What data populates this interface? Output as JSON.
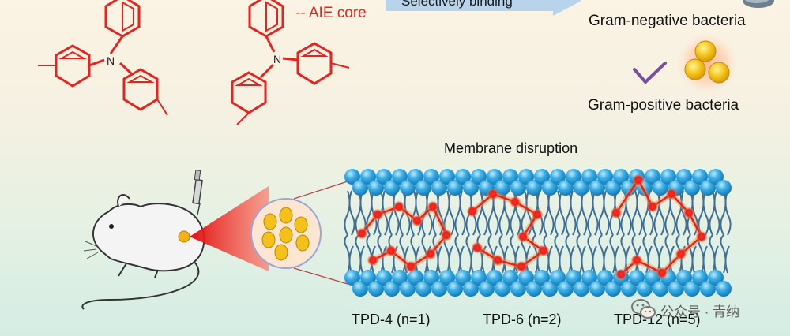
{
  "labels": {
    "aie_core": "-- AIE core",
    "selective_binding": "Selectively binding",
    "gram_negative": "Gram-negative bacteria",
    "gram_positive": "Gram-positive bacteria",
    "membrane_disruption": "Membrane disruption",
    "tpd4": "TPD-4 (n=1)",
    "tpd6": "TPD-6 (n=2)",
    "tpd12": "TPD-12 (n=5)",
    "watermark": "公众号 · 青纳"
  },
  "colors": {
    "molecule": "#e8231e",
    "arrow": "#b8d4ec",
    "lipid_head": "#2ea6df",
    "lipid_tail": "#3d6f9a",
    "aie_red": "#e5231b",
    "bacteria": "#f3c11a",
    "check": "#7b4fa0"
  },
  "icons": {
    "checkmark": "check-icon",
    "wechat": "wechat-icon",
    "mouse": "mouse-icon",
    "syringe": "syringe-icon"
  }
}
